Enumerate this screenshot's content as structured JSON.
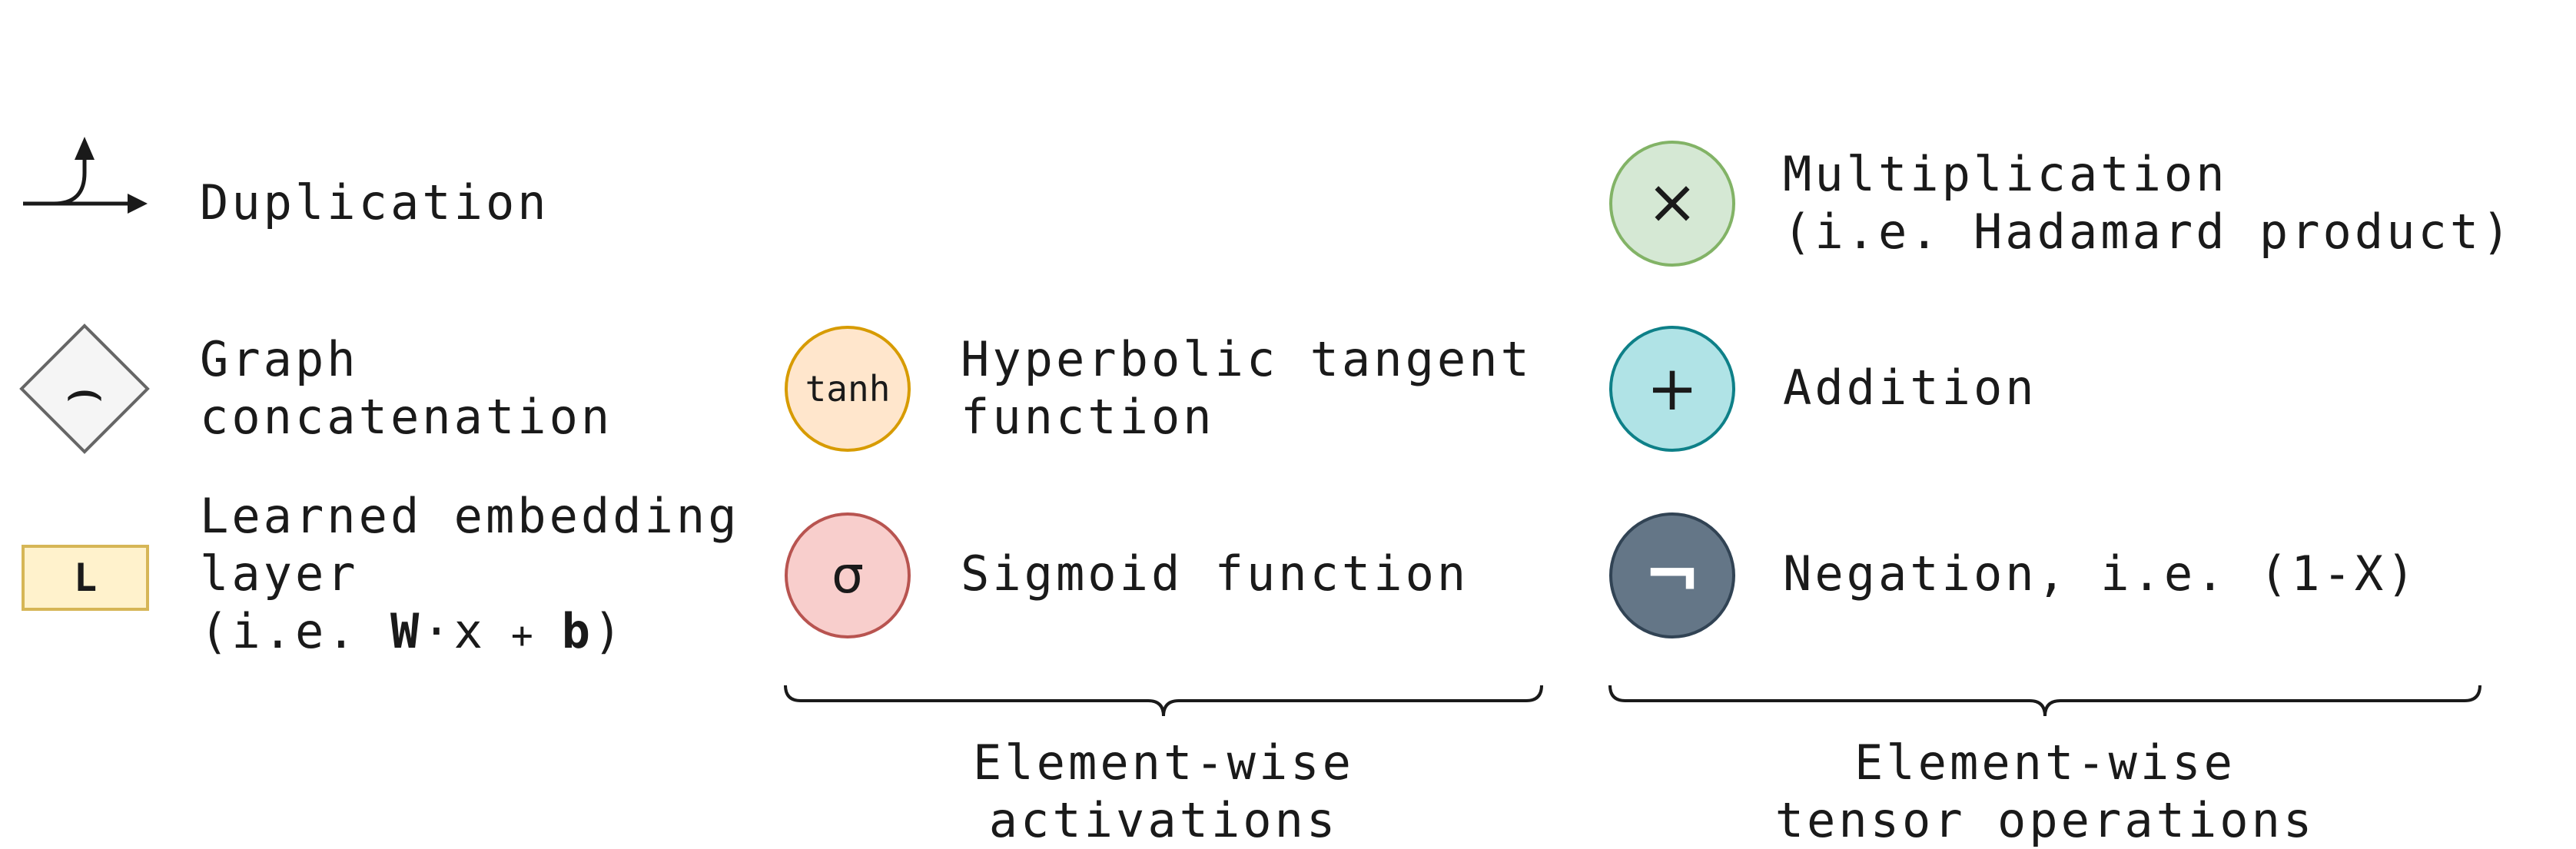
{
  "items": {
    "duplication": {
      "label": "Duplication"
    },
    "graph_concatenation": {
      "line1": "Graph",
      "line2": "concatenation",
      "symbol": "⌢"
    },
    "learned_embedding": {
      "symbol": "L",
      "line1": "Learned embedding",
      "line2": "layer",
      "line3_prefix": "(i.e. ",
      "line3_W": "W",
      "line3_x": "·x",
      "line3_plus": " + ",
      "line3_b": "b",
      "line3_suffix": ")"
    },
    "tanh": {
      "symbol": "tanh",
      "line1": "Hyperbolic tangent",
      "line2": "function"
    },
    "sigmoid": {
      "symbol": "σ",
      "label": "Sigmoid function"
    },
    "multiplication": {
      "symbol": "×",
      "line1": "Multiplication",
      "line2": "(i.e. Hadamard product)"
    },
    "addition": {
      "symbol": "+",
      "label": "Addition"
    },
    "negation": {
      "symbol": "¬",
      "label": "Negation, i.e. (1-X)"
    }
  },
  "groups": {
    "activations": {
      "line1": "Element-wise",
      "line2": "activations"
    },
    "tensor_ops": {
      "line1": "Element-wise",
      "line2": "tensor operations"
    }
  },
  "colors": {
    "stroke": "#1a1a1a",
    "diamond_fill": "#f5f5f5",
    "diamond_stroke": "#666666",
    "embedding_fill": "#fff2cc",
    "embedding_stroke": "#d6b656",
    "tanh_fill": "#ffe6cc",
    "tanh_stroke": "#d79b00",
    "sigmoid_fill": "#f8cecc",
    "sigmoid_stroke": "#b85450",
    "mult_fill": "#d5e8d4",
    "mult_stroke": "#82b366",
    "add_fill": "#b0e3e6",
    "add_stroke": "#0e8088",
    "neg_fill": "#647687",
    "neg_stroke": "#314354"
  }
}
